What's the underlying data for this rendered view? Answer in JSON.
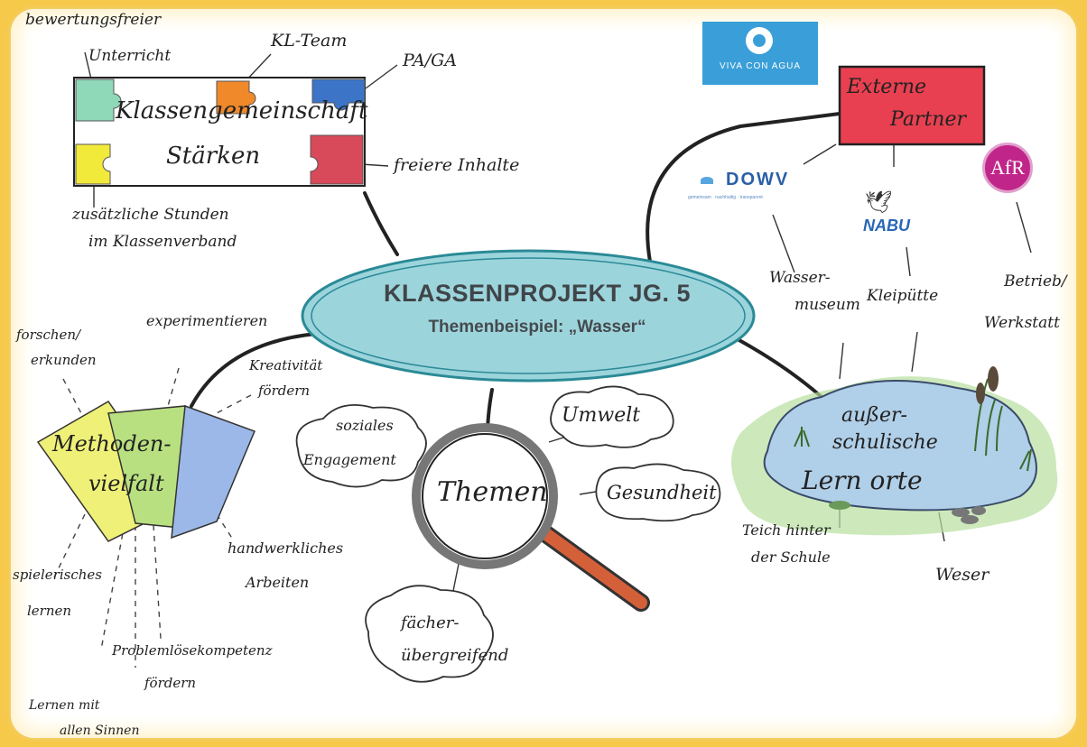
{
  "center": {
    "title": "KLASSENPROJEKT  JG. 5",
    "subtitle": "Themenbeispiel: „Wasser“"
  },
  "klassengemeinschaft": {
    "title_line1": "Klassengemeinschaft",
    "title_line2": "Stärken",
    "labels": [
      "bewertungsfreier",
      "Unterricht",
      "KL-Team",
      "PA/GA",
      "freiere Inhalte",
      "zusätzliche Stunden",
      "im Klassenverband"
    ]
  },
  "externe_partner": {
    "title_line1": "Externe",
    "title_line2": "Partner",
    "logos": {
      "viva": "VIVA CON AGUA",
      "dowv": "DOWV",
      "dowv_tag": "gemeinsam · nachhaltig · transparent",
      "nabu": "NABU",
      "afr": "AfR"
    },
    "labels": [
      "Wasser-",
      "museum",
      "Kleipütte",
      "Betrieb/",
      "Werkstatt"
    ]
  },
  "methoden": {
    "title_line1": "Methoden-",
    "title_line2": "vielfalt",
    "labels": [
      "forschen/",
      "erkunden",
      "experimentieren",
      "Kreativität",
      "fördern",
      "spielerisches",
      "lernen",
      "handwerkliches",
      "Arbeiten",
      "Problemlösekompetenz",
      "fördern",
      "Lernen mit",
      "allen Sinnen"
    ]
  },
  "themen": {
    "title": "Themen",
    "bubbles": {
      "umwelt": "Umwelt",
      "gesundheit": "Gesundheit",
      "soziales1": "soziales",
      "soziales2": "Engagement",
      "faecher1": "fächer-",
      "faecher2": "übergreifend"
    }
  },
  "lernorte": {
    "title_line1": "außer-",
    "title_line2": "schulische",
    "title_line3": "Lern orte",
    "labels": [
      "Teich hinter",
      "der Schule",
      "Weser"
    ]
  },
  "colors": {
    "background": "#f6c94a",
    "pond": "#9cd4dc",
    "puzzle_green": "#8fd8b8",
    "puzzle_orange": "#f0892a",
    "puzzle_blue": "#3c74c8",
    "puzzle_yellow": "#f2ea3a",
    "puzzle_red": "#d84a5a",
    "partner_box": "#e84050",
    "method_yellow": "#eef078",
    "method_green": "#b8e080",
    "method_blue": "#9cb8e8"
  }
}
